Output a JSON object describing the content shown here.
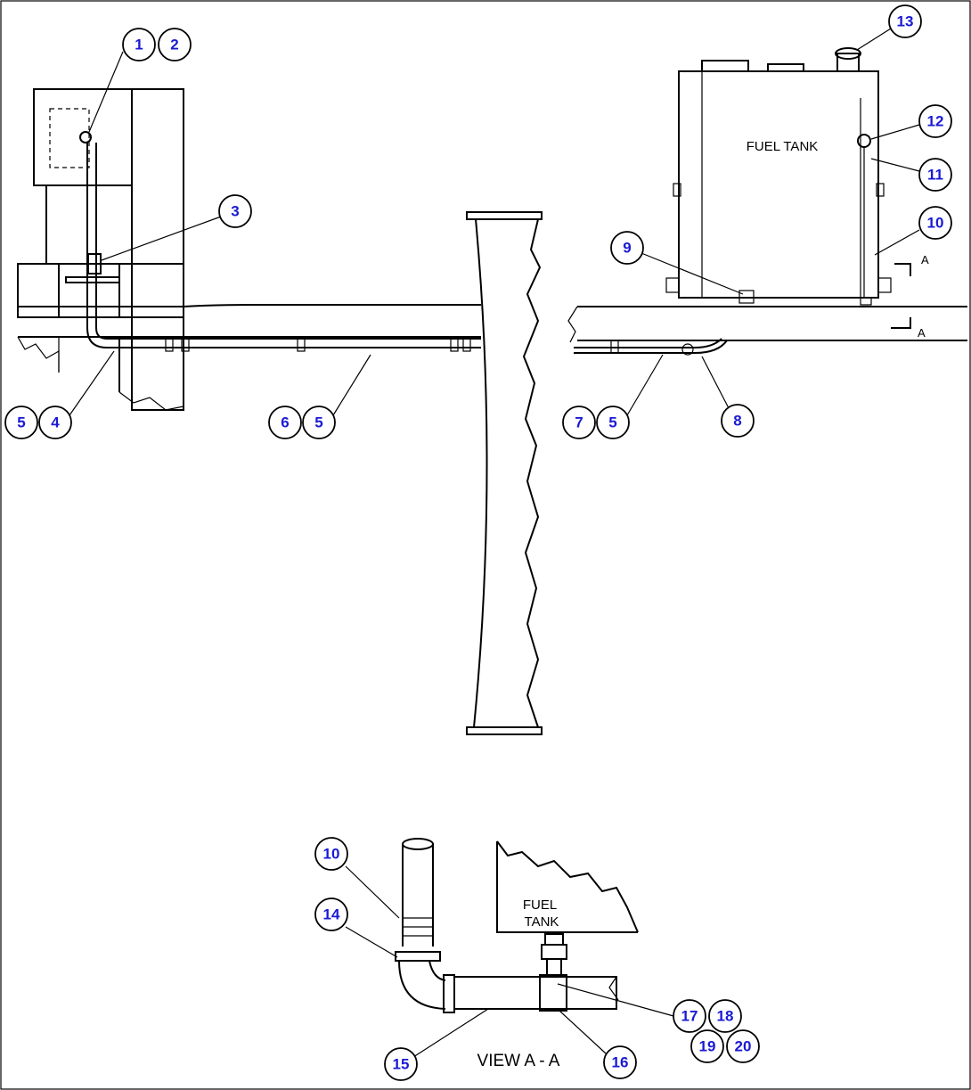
{
  "labels": {
    "fuel_tank": "FUEL TANK",
    "fuel_tank_line1": "FUEL",
    "fuel_tank_line2": "TANK",
    "view_title": "VIEW  A - A",
    "section_mark_top": "A",
    "section_mark_bottom": "A"
  },
  "callouts": [
    "1",
    "2",
    "3",
    "4",
    "5",
    "6",
    "7",
    "8",
    "9",
    "10",
    "11",
    "12",
    "13",
    "14",
    "15",
    "16",
    "17",
    "18",
    "19",
    "20"
  ],
  "callout_instances": {
    "c1": "1",
    "c2": "2",
    "c3": "3",
    "c5a": "5",
    "c4": "4",
    "c6": "6",
    "c5b": "5",
    "c7": "7",
    "c5c": "5",
    "c8": "8",
    "c9": "9",
    "c10a": "10",
    "c11": "11",
    "c12": "12",
    "c13": "13",
    "c10b": "10",
    "c14": "14",
    "c15": "15",
    "c16": "16",
    "c17": "17",
    "c18": "18",
    "c19": "19",
    "c20": "20"
  },
  "colors": {
    "callout_text": "#1a1ad4",
    "line": "#000000",
    "background": "#ffffff"
  }
}
